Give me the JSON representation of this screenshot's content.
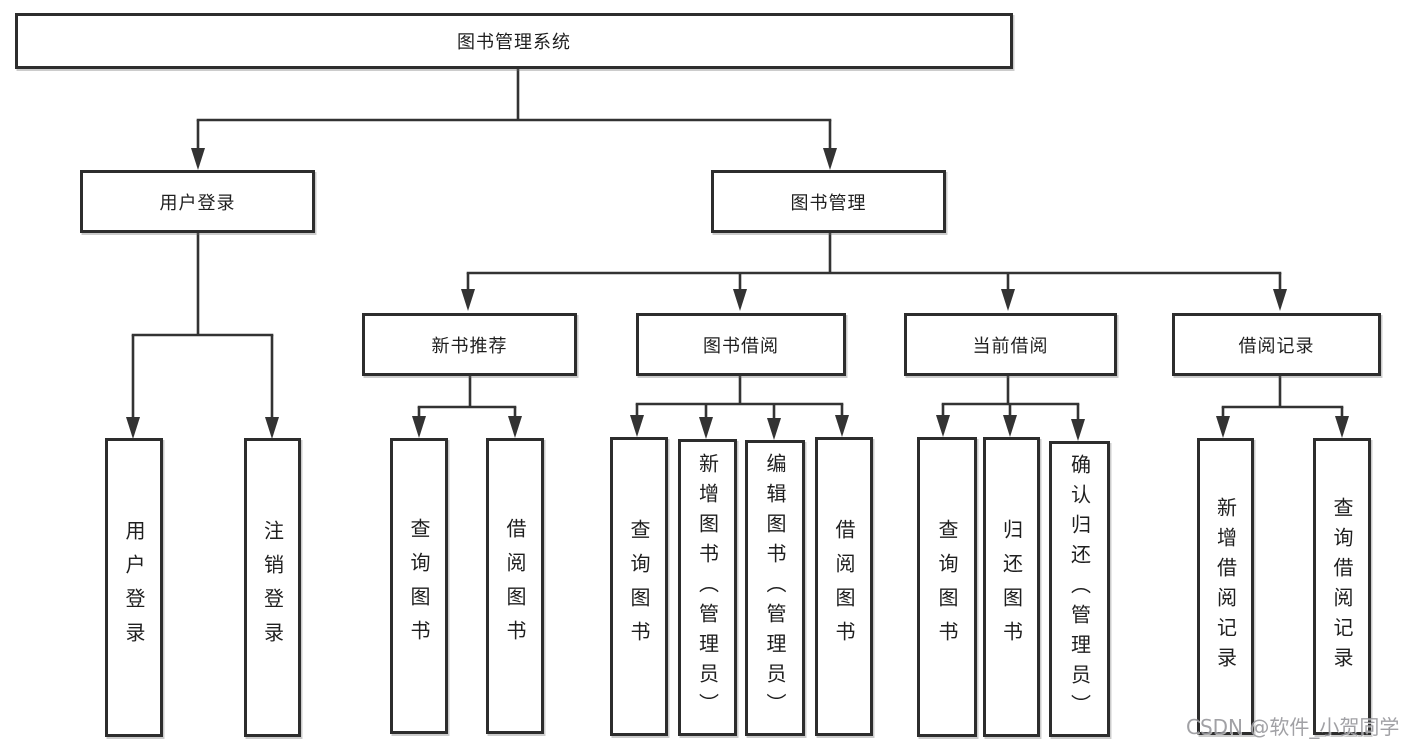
{
  "diagram": {
    "title": "图书管理系统",
    "watermark": "CSDN @软件_小贺同学",
    "colors": {
      "line": "#333333",
      "border": "#2d2d2d",
      "text": "#1f1f1f",
      "watermark": "#97979c",
      "background": "#ffffff"
    },
    "nodes": {
      "root": "图书管理系统",
      "user_login": "用户登录",
      "book_mgmt": "图书管理",
      "new_book_rec": "新书推荐",
      "book_borrow": "图书借阅",
      "current_borrow": "当前借阅",
      "borrow_records": "借阅记录",
      "leaf_user_login": "用户登录",
      "leaf_logout": "注销登录",
      "leaf_query_book_1": "查询图书",
      "leaf_borrow_book_1": "借阅图书",
      "leaf_query_book_2": "查询图书",
      "leaf_add_book": "新增图书（管理员）",
      "leaf_edit_book": "编辑图书（管理员）",
      "leaf_borrow_book_2": "借阅图书",
      "leaf_query_book_3": "查询图书",
      "leaf_return_book": "归还图书",
      "leaf_confirm_return": "确认归还（管理员）",
      "leaf_add_record": "新增借阅记录",
      "leaf_query_record": "查询借阅记录"
    }
  }
}
